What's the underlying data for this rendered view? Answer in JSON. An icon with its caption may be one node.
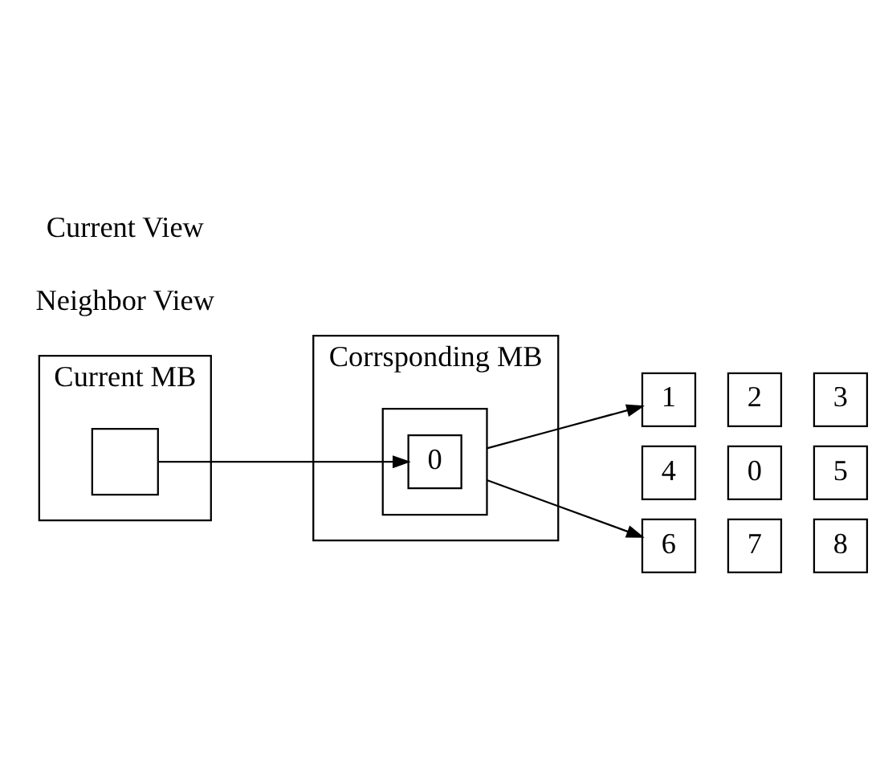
{
  "diagram": {
    "nodes": [
      {
        "text": [
          "Corrsponding MB"
        ]
      },
      {
        "text": [],
        "shape": "box",
        "in": 0
      },
      {
        "text": [
          "0"
        ],
        "in": 1
      },
      {
        "text": [
          "Current MB"
        ]
      },
      {
        "text": [],
        "shape": "box",
        "in": 3
      },
      {
        "text": [
          "1"
        ]
      },
      {
        "text": [
          "2"
        ]
      },
      {
        "text": [
          "3"
        ]
      },
      {
        "text": [
          "4"
        ]
      },
      {
        "text": [
          "0"
        ]
      },
      {
        "text": [
          "5"
        ]
      },
      {
        "text": [
          "6"
        ]
      },
      {
        "text": [
          "7"
        ]
      },
      {
        "text": [
          "8"
        ]
      }
    ],
    "edges": [
      {
        "from": 4,
        "to": 2,
        "arrow": "to"
      },
      {
        "from": 1,
        "to": 5,
        "arrow": "to"
      },
      {
        "from": 1,
        "to": 11,
        "arrow": "to"
      }
    ],
    "labels": [
      "Neighbor View",
      "Current View"
    ]
  }
}
